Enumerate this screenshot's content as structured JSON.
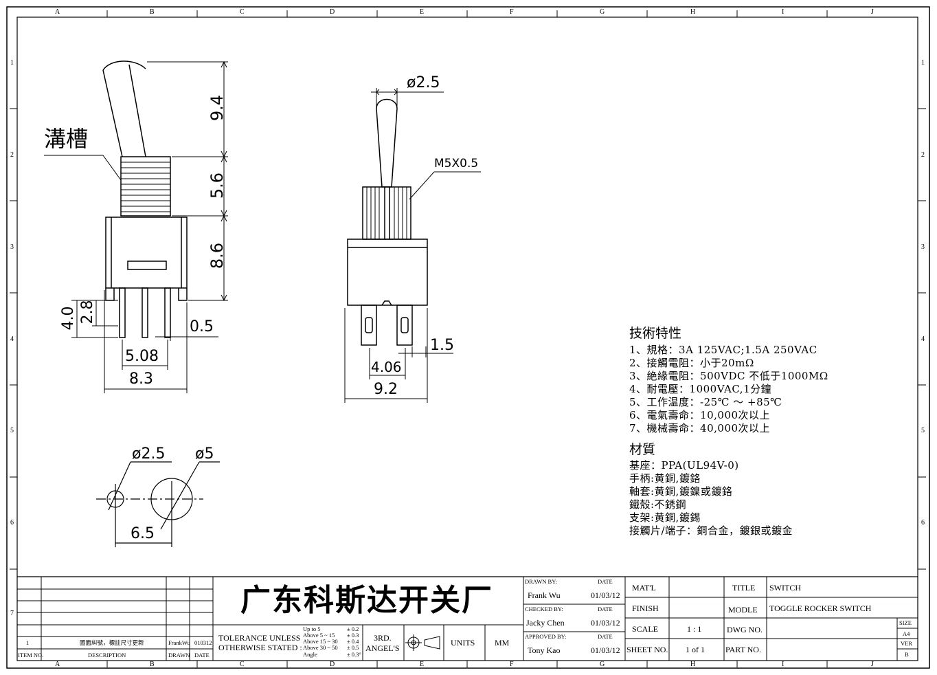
{
  "frame": {
    "columns": [
      "A",
      "B",
      "C",
      "D",
      "E",
      "F",
      "G",
      "H",
      "I",
      "J"
    ],
    "rows": [
      "1",
      "2",
      "3",
      "4",
      "5",
      "6",
      "7"
    ]
  },
  "drawing": {
    "groove_label": "溝槽",
    "side_view": {
      "dim_9_4": "9.4",
      "dim_5_6": "5.6",
      "dim_8_6": "8.6",
      "dim_4_0": "4.0",
      "dim_2_8": "2.8",
      "dim_0_5": "0.5",
      "dim_5_08": "5.08",
      "dim_8_3": "8.3"
    },
    "front_view": {
      "dim_d2_5": "ø2.5",
      "thread": "M5X0.5",
      "dim_1_5": "1.5",
      "dim_4_06": "4.06",
      "dim_9_2": "9.2"
    },
    "panel_cut": {
      "dim_d2_5": "ø2.5",
      "dim_d5": "ø5",
      "dim_6_5": "6.5"
    }
  },
  "specs": {
    "title": "技術特性",
    "items": [
      "1、規格：3A 125VAC;1.5A 250VAC",
      "2、接觸電阻：小于20mΩ",
      "3、絶緣電阻：500VDC 不低于1000MΩ",
      "4、耐電壓：1000VAC,1分鐘",
      "5、工作温度：-25℃ ～ +85℃",
      "6、電氣壽命：10,000次以上",
      "7、機械壽命：40,000次以上"
    ],
    "materials_title": "材質",
    "materials": [
      "基座：PPA(UL94V-0)",
      "手柄:黄銅,鍍鉻",
      "軸套:黄銅,鍍鎳或鍍鉻",
      "鐵殼:不銹鋼",
      "支架:黄銅,鍍錫",
      "接觸片/端子：銅合金，鍍銀或鍍金"
    ]
  },
  "title_block": {
    "revision": {
      "item": "1",
      "description": "圖面糾號，標註尺寸更新",
      "drawn": "FrankWu",
      "date": "010312"
    },
    "rev_headers": {
      "item": "ITEM NO.",
      "description": "DESCRIPTION",
      "drawn": "DRAWN",
      "date": "DATE"
    },
    "company": "广东科斯达开关厂",
    "tolerance_label_1": "TOLERANCE UNLESS",
    "tolerance_label_2": "OTHERWISE STATED :",
    "tolerances": [
      {
        "range": "Up  to  5",
        "value": "± 0.2"
      },
      {
        "range": "Above 5  ~ 15",
        "value": "± 0.3"
      },
      {
        "range": "Above 15 ~ 30",
        "value": "± 0.4"
      },
      {
        "range": "Above 30 ~ 50",
        "value": "± 0.5"
      },
      {
        "range": "Angle",
        "value": "± 0.3°"
      }
    ],
    "projection_1": "3RD.",
    "projection_2": "ANGEL'S",
    "units_label": "UNITS",
    "units_value": "MM",
    "drawn_by_label": "DRAWN BY:",
    "drawn_by": "Frank Wu",
    "drawn_date": "01/03/12",
    "checked_by_label": "CHECKED BY:",
    "checked_by": "Jacky Chen",
    "checked_date": "01/03/12",
    "approved_by_label": "APPROVED BY:",
    "approved_by": "Tony Kao",
    "approved_date": "01/03/12",
    "date_label": "DATE",
    "matl_label": "MAT'L",
    "finish_label": "FINISH",
    "scale_label": "SCALE",
    "scale_value": "1 : 1",
    "sheet_label": "SHEET NO.",
    "sheet_value": "1 of 1",
    "title_label": "TITLE",
    "title_value": "SWITCH",
    "model_label": "MODLE",
    "model_value": "TOGGLE ROCKER SWITCH",
    "dwg_label": "DWG NO.",
    "part_label": "PART NO.",
    "size_label": "SIZE",
    "size_value": "A4",
    "ver_label": "VER",
    "ver_value": "B"
  }
}
